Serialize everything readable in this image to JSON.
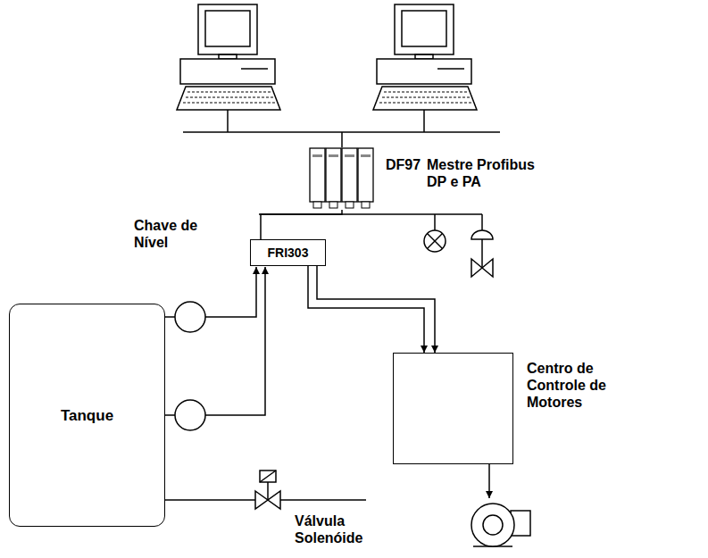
{
  "diagram": {
    "nodes": [
      {
        "text": [
          "DF97",
          "Mestre Profibus DP e PA"
        ]
      },
      {
        "text": [
          "FRI303"
        ]
      },
      {
        "text": [
          "Tanque"
        ]
      },
      {
        "text": [
          "Centro de Controle de Motores"
        ]
      }
    ],
    "edges": [
      {
        "from": 0,
        "to": 1,
        "arrow": "none"
      },
      {
        "from": 1,
        "to": 3,
        "arrow": "to"
      },
      {
        "from": 1,
        "to": 3,
        "arrow": "to"
      }
    ],
    "labels": [
      "Chave de Nível",
      "Válvula Solenóide"
    ]
  }
}
